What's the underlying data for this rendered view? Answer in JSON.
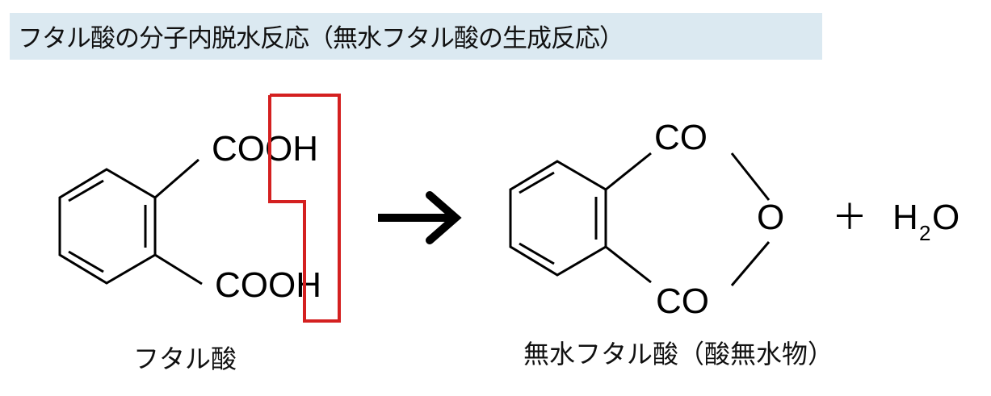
{
  "title": "フタル酸の分子内脱水反応（無水フタル酸の生成反応）",
  "reactant": {
    "group_top": "COOH",
    "group_bottom": "COOH",
    "name": "フタル酸"
  },
  "product": {
    "group_top": "CO",
    "bridge_oxygen": "O",
    "group_bottom": "CO",
    "name": "無水フタル酸（酸無水物）"
  },
  "byproduct": {
    "plus": "＋",
    "formula_main": "H",
    "subscript": "2",
    "formula_end": "O"
  },
  "colors": {
    "title_bg": "#dbe9f1",
    "highlight": "#d42020"
  }
}
